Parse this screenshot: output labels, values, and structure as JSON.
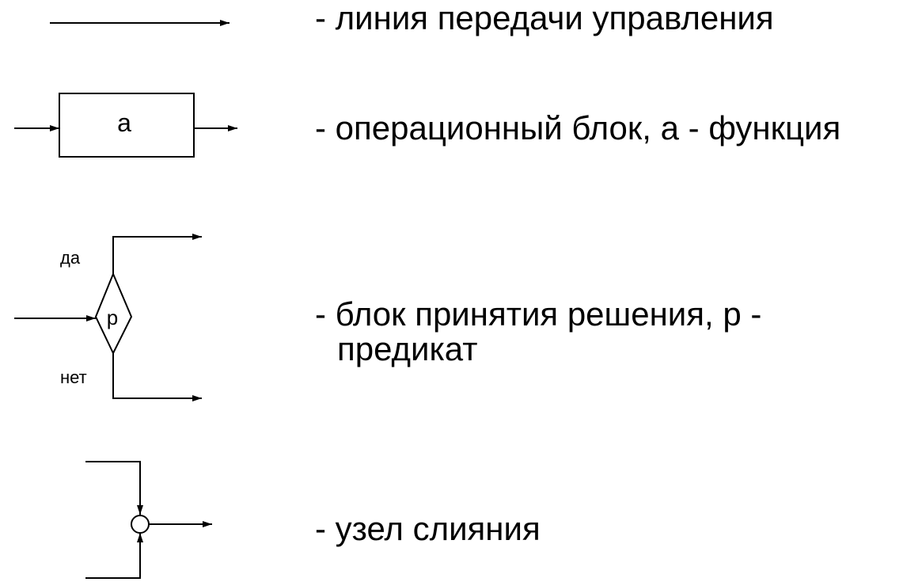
{
  "legend": {
    "control_line": "- линия передачи управления",
    "operation_block": "- операционный блок, а - функция",
    "decision_block_line1": "- блок принятия решения, р -",
    "decision_block_line2": "предикат",
    "merge_node": "- узел слияния"
  },
  "symbols": {
    "operation_block_label": "а",
    "decision_block_label": "р",
    "yes_label": "да",
    "no_label": "нет"
  },
  "colors": {
    "stroke": "#000000",
    "background": "#ffffff"
  },
  "icons": {
    "arrowhead": "arrow-right-icon"
  }
}
